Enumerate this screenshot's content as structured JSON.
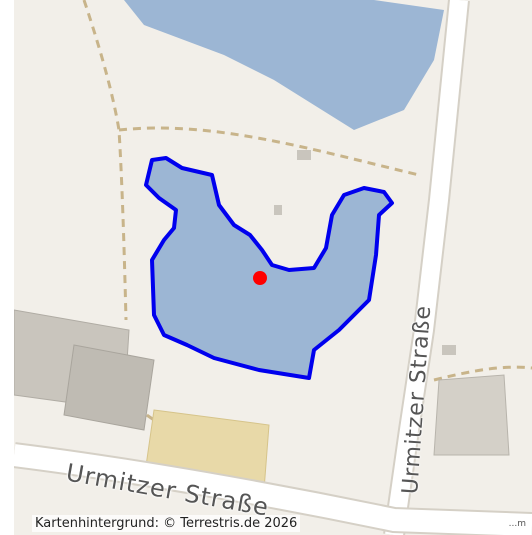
{
  "map": {
    "street_vertical": "Urmitzer Straße",
    "street_bottom": "Urmitzer Straße",
    "attribution": "Kartenhintergrund: © Terrestris.de 2026",
    "scale_hint": "...m"
  },
  "colors": {
    "background": "#f2efe9",
    "water": "#9cb6d4",
    "outline": "#0000ee",
    "marker": "#ff0000",
    "path": "#c8b48a",
    "road": "#ffffff",
    "building": "#c8c4bc",
    "sand_area": "#e8d9a8"
  },
  "icons": {
    "marker": "location-dot-icon"
  }
}
